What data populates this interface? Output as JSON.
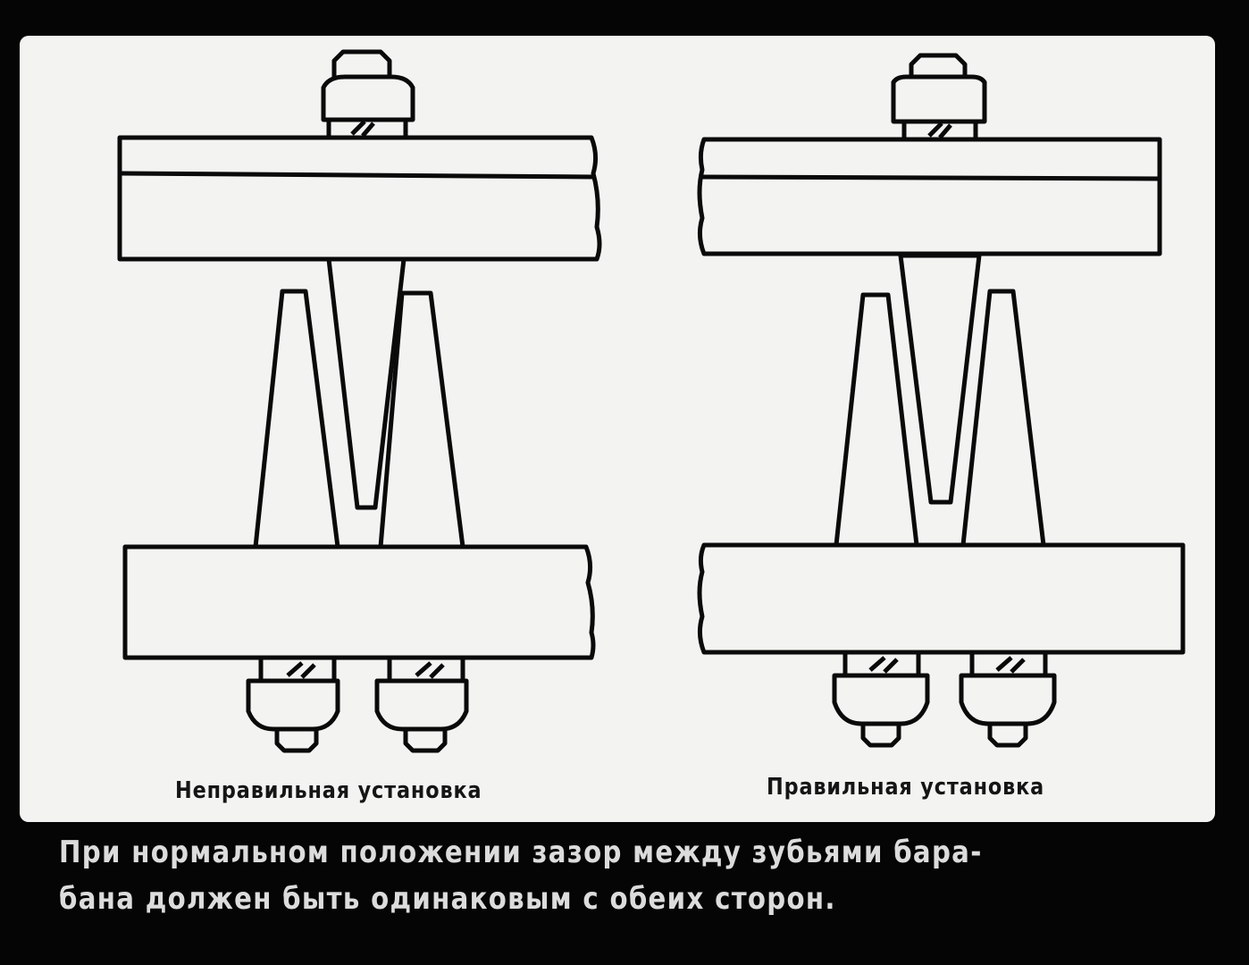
{
  "labels": {
    "incorrect": "Неправильная установка",
    "correct": "Правильная установка"
  },
  "caption": {
    "line1": "При нормальном положении зазор между зубьями бара-",
    "line2": "бана должен быть одинаковым с обеих сторон."
  },
  "colors": {
    "slide_background": "#f3f3f1",
    "line": "#0a0a0a",
    "frame": "#050505",
    "caption_text": "#dcdcdc"
  }
}
